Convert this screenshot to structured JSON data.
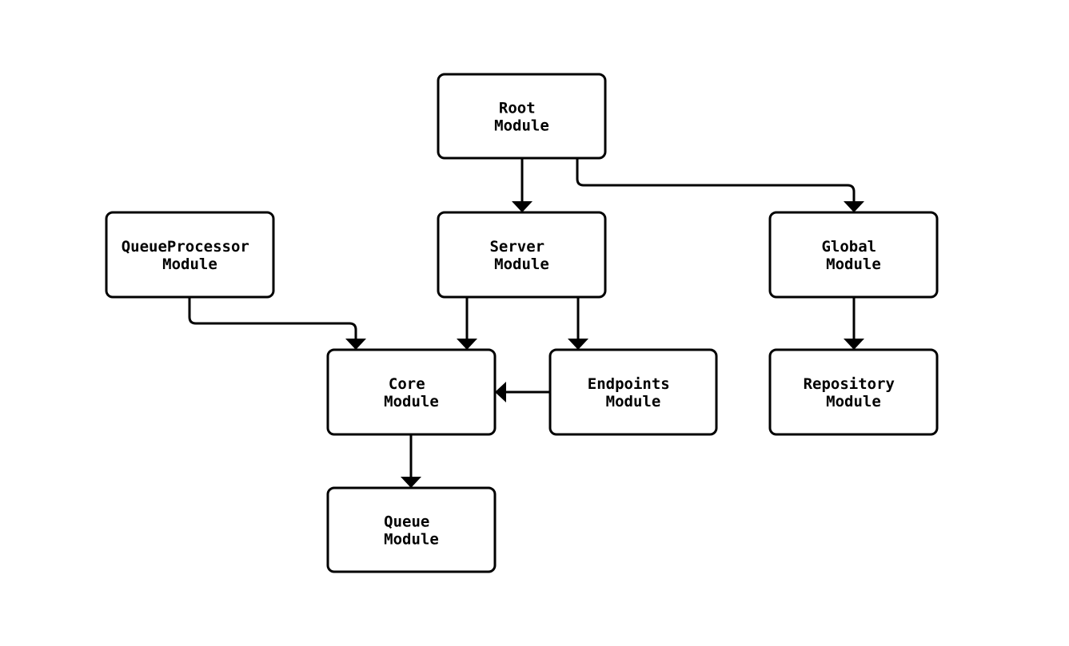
{
  "diagram": {
    "type": "flowchart",
    "background_color": "#ffffff",
    "node_fill_color": "#ffffff",
    "node_border_color": "#000000",
    "text_color": "#000000",
    "arrow_color": "#000000",
    "nodes": [
      {
        "id": "root",
        "label": "Root Module",
        "line1": "Root",
        "line2": "Module"
      },
      {
        "id": "queueprocessor",
        "label": "QueueProcessor Module",
        "line1": "QueueProcessor",
        "line2": "Module"
      },
      {
        "id": "server",
        "label": "Server Module",
        "line1": "Server",
        "line2": "Module"
      },
      {
        "id": "global",
        "label": "Global Module",
        "line1": "Global",
        "line2": "Module"
      },
      {
        "id": "core",
        "label": "Core Module",
        "line1": "Core",
        "line2": "Module"
      },
      {
        "id": "endpoints",
        "label": "Endpoints Module",
        "line1": "Endpoints",
        "line2": "Module"
      },
      {
        "id": "repository",
        "label": "Repository Module",
        "line1": "Repository",
        "line2": "Module"
      },
      {
        "id": "queue",
        "label": "Queue Module",
        "line1": "Queue",
        "line2": "Module"
      }
    ],
    "edges": [
      {
        "from": "root",
        "to": "server"
      },
      {
        "from": "root",
        "to": "global"
      },
      {
        "from": "queueprocessor",
        "to": "core"
      },
      {
        "from": "server",
        "to": "core"
      },
      {
        "from": "server",
        "to": "endpoints"
      },
      {
        "from": "endpoints",
        "to": "core"
      },
      {
        "from": "global",
        "to": "repository"
      },
      {
        "from": "core",
        "to": "queue"
      }
    ]
  }
}
